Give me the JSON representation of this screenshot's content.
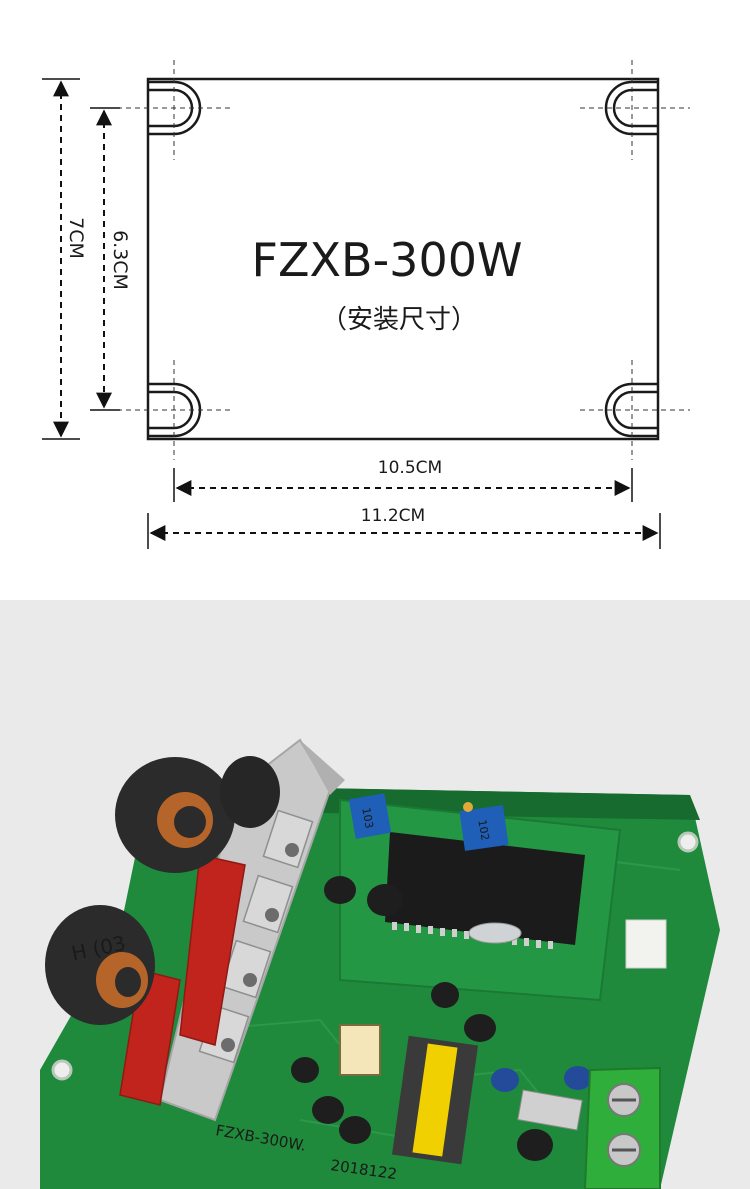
{
  "diagram": {
    "title": "FZXB-300W",
    "subtitle": "（安装尺寸）",
    "dim_height_outer": "7CM",
    "dim_height_inner": "6.3CM",
    "dim_width_inner": "10.5CM",
    "dim_width_outer": "11.2CM"
  },
  "photo": {
    "board_silk_model": "FZXB-300W.",
    "board_silk_date": "2018122",
    "toroid_label": "H (03",
    "pot_left_label": "103",
    "pot_right_label": "102",
    "colors": {
      "pcb": "#1f8a3c",
      "heatsink": "#c9c9c9",
      "toroid": "#2b2b2b",
      "copper": "#b5652a",
      "capacitor_red": "#c0241c",
      "terminal": "#2fae3c",
      "background": "#eeeeee"
    }
  }
}
